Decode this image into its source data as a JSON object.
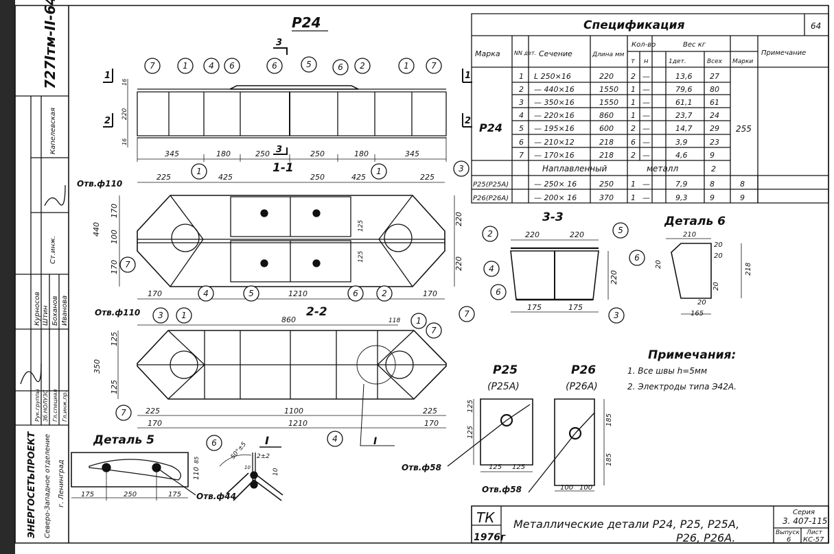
{
  "sheet": {
    "number": "64",
    "title_main": "P24",
    "drawing_code": "727Ітм-ІІ-64"
  },
  "spec": {
    "title": "Спецификация",
    "headers": {
      "marka": "Марка",
      "nn_det": "NN дет.",
      "sechenie": "Сечение",
      "dlina": "Длина мм",
      "kolvo": "Кол-во",
      "m": "т",
      "n": "н",
      "ves": "Вес кг",
      "odet": "1дет.",
      "vseh": "Всех",
      "marki": "Марки",
      "primechanie": "Примечание"
    },
    "p24_mark": "P24",
    "p24_total": "255",
    "rows": [
      {
        "nn": "1",
        "sec": "L 250×16",
        "len": "220",
        "m": "2",
        "n": "—",
        "w1": "13,6",
        "wa": "27"
      },
      {
        "nn": "2",
        "sec": "— 440×16",
        "len": "1550",
        "m": "1",
        "n": "—",
        "w1": "79,6",
        "wa": "80"
      },
      {
        "nn": "3",
        "sec": "— 350×16",
        "len": "1550",
        "m": "1",
        "n": "—",
        "w1": "61,1",
        "wa": "61"
      },
      {
        "nn": "4",
        "sec": "— 220×16",
        "len": "860",
        "m": "1",
        "n": "—",
        "w1": "23,7",
        "wa": "24"
      },
      {
        "nn": "5",
        "sec": "— 195×16",
        "len": "600",
        "m": "2",
        "n": "—",
        "w1": "14,7",
        "wa": "29"
      },
      {
        "nn": "6",
        "sec": "— 210×12",
        "len": "218",
        "m": "6",
        "n": "—",
        "w1": "3,9",
        "wa": "23"
      },
      {
        "nn": "7",
        "sec": "— 170×16",
        "len": "218",
        "m": "2",
        "n": "—",
        "w1": "4,6",
        "wa": "9"
      }
    ],
    "weld_label": "Наплавленный",
    "weld_label2": "металл",
    "weld_value": "2",
    "extra": [
      {
        "mark": "P25(P25A)",
        "sec": "— 250× 16",
        "len": "250",
        "m": "1",
        "n": "—",
        "w1": "7,9",
        "wa": "8",
        "wm": "8"
      },
      {
        "mark": "P26(P26A)",
        "sec": "— 200× 16",
        "len": "370",
        "m": "1",
        "n": "—",
        "w1": "9,3",
        "wa": "9",
        "wm": "9"
      }
    ]
  },
  "views": {
    "sec11": "1-1",
    "sec22": "2-2",
    "sec33": "3-3",
    "detail6": "Деталь 6",
    "detail5": "Деталь 5",
    "detailI": "I",
    "p25": "P25",
    "p25a": "(P25A)",
    "p26": "P26",
    "p26a": "(P26A)",
    "hole110a": "Отв.ф110",
    "hole110b": "Отв.ф110",
    "hole58a": "Отв.ф58",
    "hole58b": "Отв.ф58",
    "hole44": "Отв.ф44"
  },
  "dims": {
    "top": [
      "345",
      "180",
      "250",
      "250",
      "180",
      "345"
    ],
    "top_v": [
      "16",
      "220",
      "16"
    ],
    "s11_top": [
      "225",
      "425",
      "250",
      "425",
      "225"
    ],
    "s11_bot": [
      "170",
      "1210",
      "170"
    ],
    "s11_left": [
      "440",
      "170",
      "100",
      "170"
    ],
    "s11_right": [
      "220",
      "220"
    ],
    "s11_mid": "125",
    "s11_mid2": "125",
    "s22_top": [
      "860",
      "118"
    ],
    "s22_left": [
      "350",
      "125",
      "125"
    ],
    "s22_bot1": [
      "225",
      "1100",
      "225"
    ],
    "s22_bot2": [
      "170",
      "1210",
      "170"
    ],
    "s33_top": [
      "220",
      "220"
    ],
    "s33_bot": [
      "175",
      "175"
    ],
    "s33_h": "220",
    "d6": [
      "210",
      "20",
      "20",
      "20",
      "20",
      "20",
      "165",
      "218"
    ],
    "d5": [
      "175",
      "250",
      "175",
      "110",
      "85"
    ],
    "dI": [
      "50°±5",
      "2±2",
      "10",
      "10"
    ],
    "p25": [
      "125",
      "125",
      "125",
      "125"
    ],
    "p26": [
      "100",
      "100",
      "185",
      "185"
    ]
  },
  "notes": {
    "title": "Примечания:",
    "n1": "1. Все швы h=5мм",
    "n2": "2. Электроды типа Э42А."
  },
  "stamp": {
    "org1": "ЭНЕРГОСЕТЬПРОЕКТ",
    "org2": "Северо-Западное отделение",
    "org3": "г. Ленинград",
    "roles": [
      "Зб.НОЛУЗС",
      "Гл.специал",
      "Гл.инж.пр.",
      "Рук.группы"
    ],
    "names": [
      "Курносов",
      "Штин",
      "Боханов",
      "Иванова"
    ],
    "role_st": "Ст.инж.",
    "name_kap": "Капелевская",
    "tk": "ТК",
    "year": "1976г",
    "title1": "Металлические детали P24, P25, P25A,",
    "title2": "P26, P26A.",
    "series_label": "Серия",
    "series": "3. 407-115",
    "vyp_label": "Выпуск",
    "vyp": "6",
    "list_label": "Лист",
    "list": "КС-57"
  },
  "callouts": [
    "1",
    "2",
    "3",
    "4",
    "5",
    "6",
    "7"
  ]
}
